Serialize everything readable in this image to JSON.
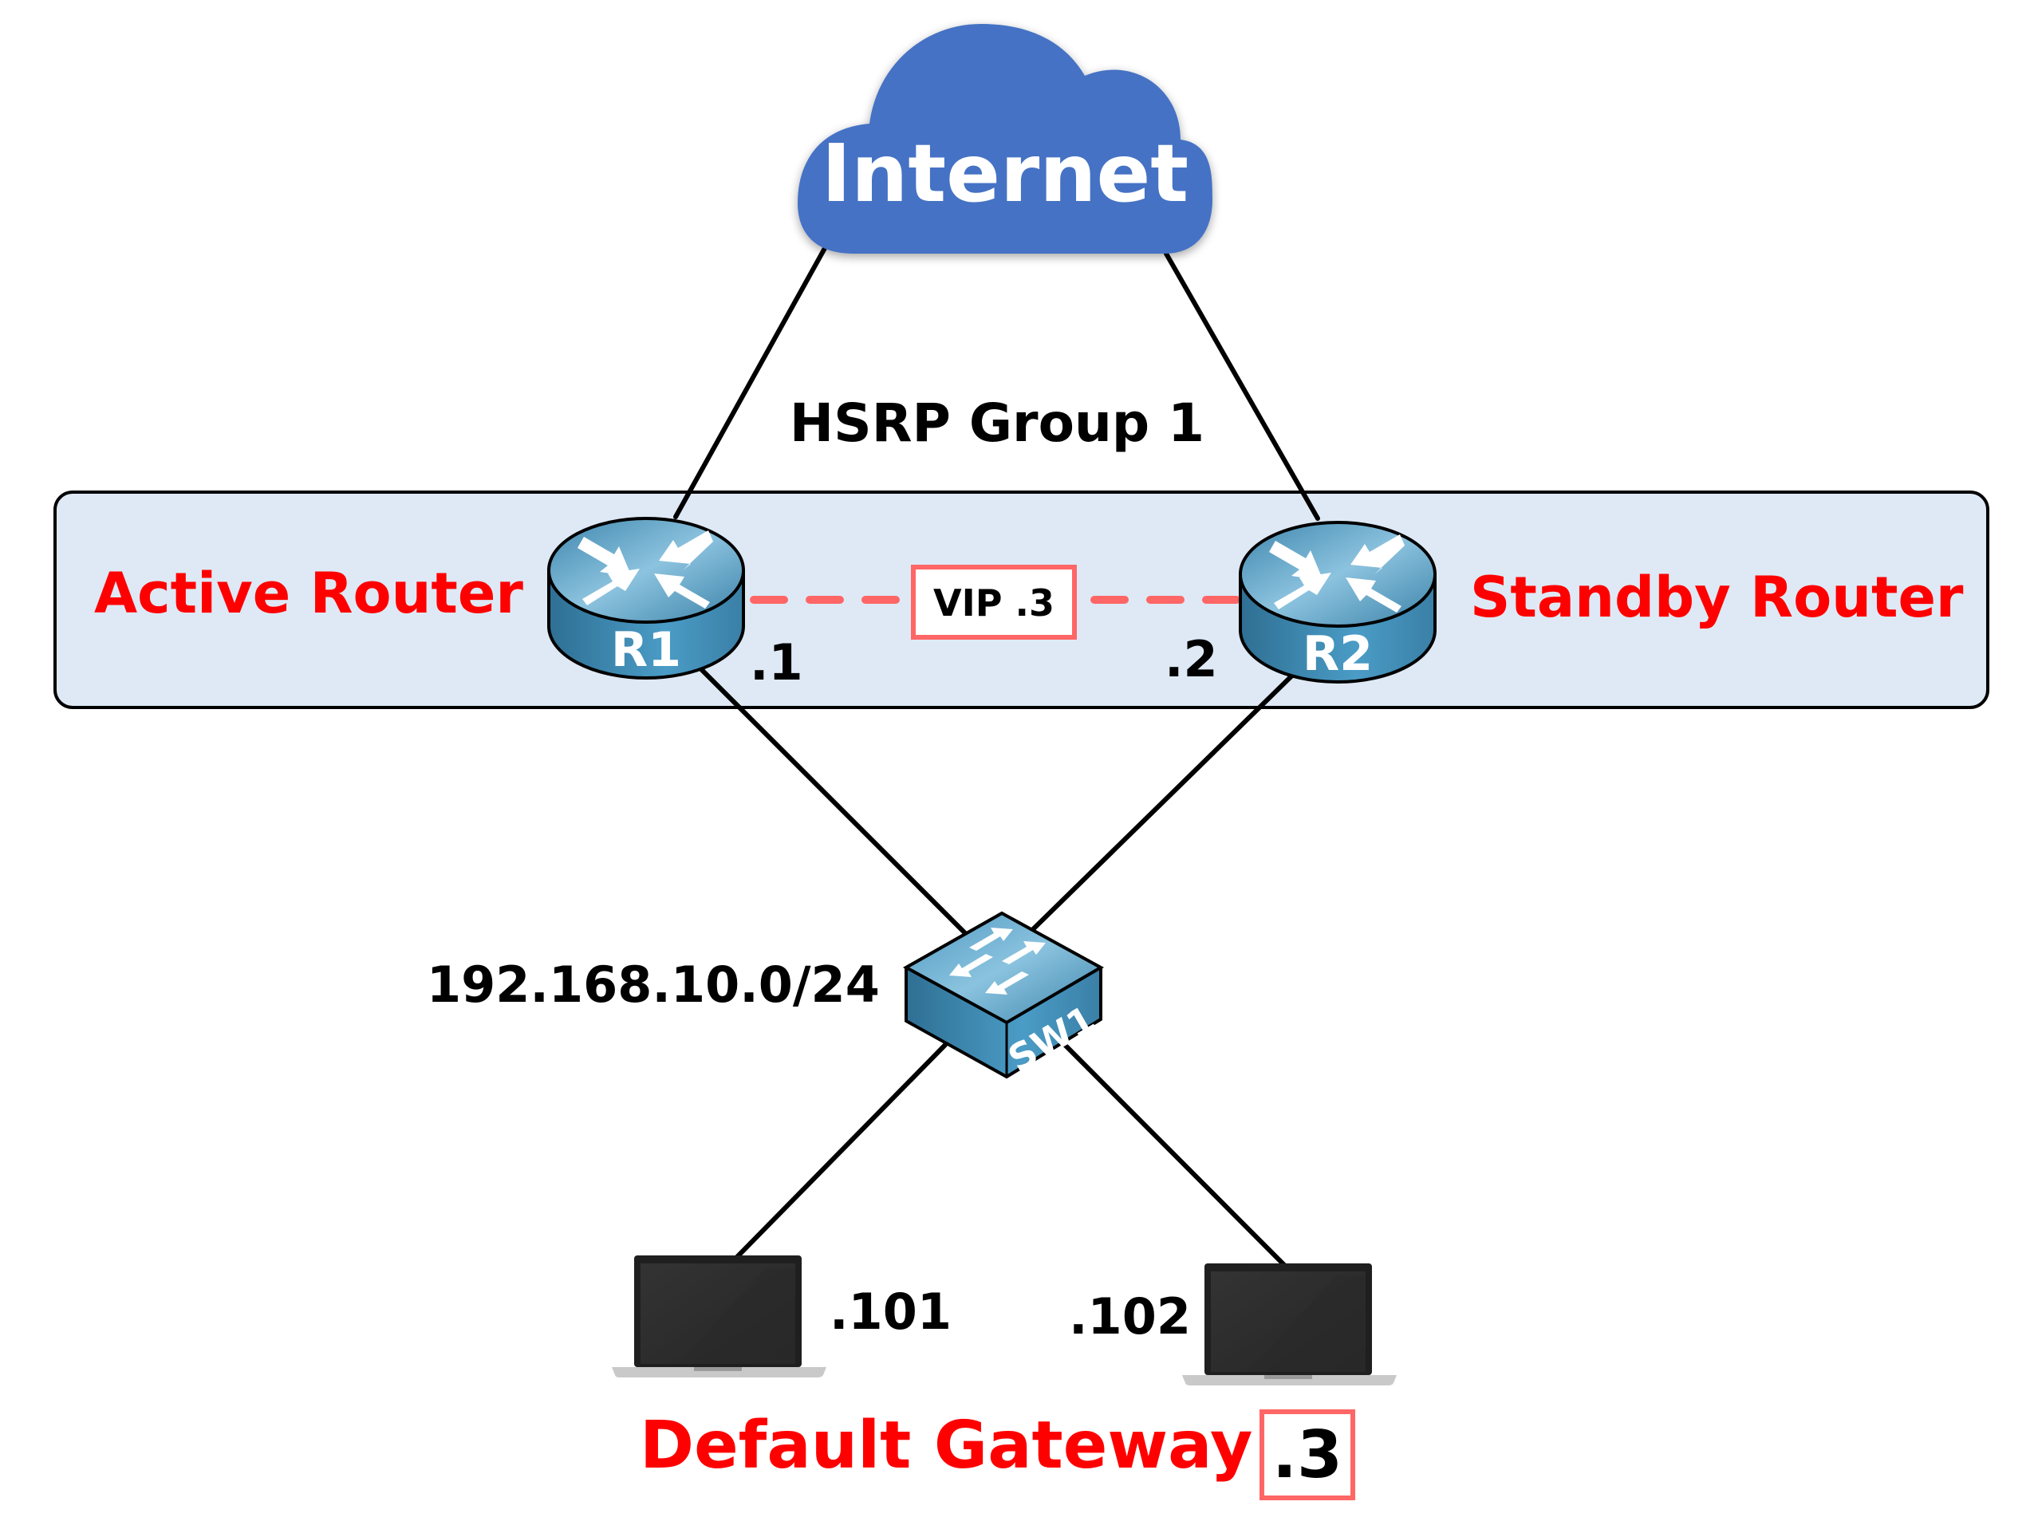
{
  "title": "HSRP Group 1",
  "cloud": {
    "label": "Internet",
    "color": "#4472c4"
  },
  "hsrp_group": {
    "label": "HSRP Group 1",
    "fill": "#dee9f5",
    "active_label": "Active Router",
    "standby_label": "Standby Router",
    "vip_label": "VIP .3"
  },
  "routers": [
    {
      "name": "R1",
      "role": "Active Router",
      "ip_suffix": ".1"
    },
    {
      "name": "R2",
      "role": "Standby Router",
      "ip_suffix": ".2"
    }
  ],
  "switch": {
    "name": "SW1"
  },
  "subnet": "192.168.10.0/24",
  "hosts": [
    {
      "ip_suffix": ".101"
    },
    {
      "ip_suffix": ".102"
    }
  ],
  "default_gateway": {
    "label": "Default Gateway",
    "value": ".3"
  },
  "colors": {
    "highlight_red": "#ff0000",
    "vip_border": "#ff6666",
    "device_blue": "#4a90b8",
    "link": "#000000"
  }
}
